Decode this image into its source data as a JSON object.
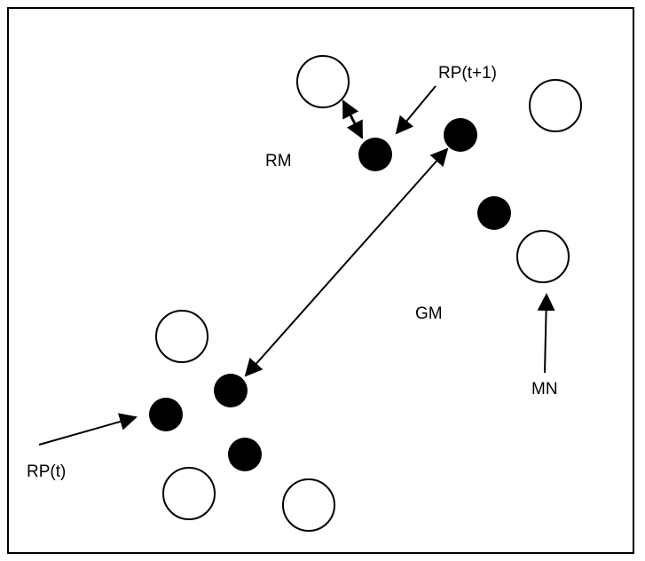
{
  "labels": {
    "rp_t1": "RP(t+1)",
    "rm": "RM",
    "gm": "GM",
    "mn": "MN",
    "rp_t": "RP(t)"
  },
  "legend_nodes": {
    "filled": "black",
    "hollow": "white"
  },
  "colors": {
    "stroke": "#000000",
    "filled_node": "#000000",
    "hollow_node": "#ffffff",
    "background": "#ffffff"
  }
}
